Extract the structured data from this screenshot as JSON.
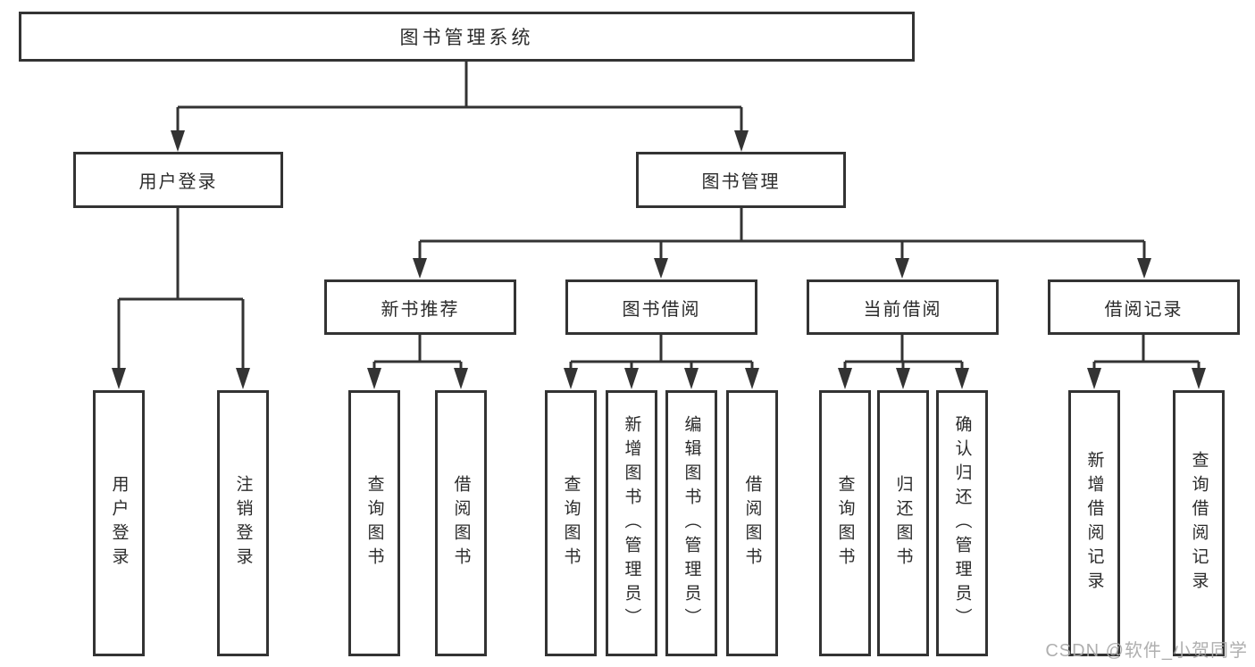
{
  "nodes": {
    "root": "图书管理系统",
    "user_login": "用户登录",
    "book_mgmt": "图书管理",
    "new_book": "新书推荐",
    "book_borrow": "图书借阅",
    "current_borrow": "当前借阅",
    "borrow_record": "借阅记录"
  },
  "leaves": {
    "user_login": [
      "用户登录",
      "注销登录"
    ],
    "new_book": [
      "查询图书",
      "借阅图书"
    ],
    "book_borrow": [
      "查询图书",
      "新增图书（管理员）",
      "编辑图书（管理员）",
      "借阅图书"
    ],
    "current_borrow": [
      "查询图书",
      "归还图书",
      "确认归还（管理员）"
    ],
    "borrow_record": [
      "新增借阅记录",
      "查询借阅记录"
    ]
  },
  "watermark": "CSDN @软件_小贺同学",
  "colors": {
    "line": "#333333",
    "text": "#2b2b2b",
    "watermark": "#a8a8a8",
    "background": "#ffffff"
  }
}
